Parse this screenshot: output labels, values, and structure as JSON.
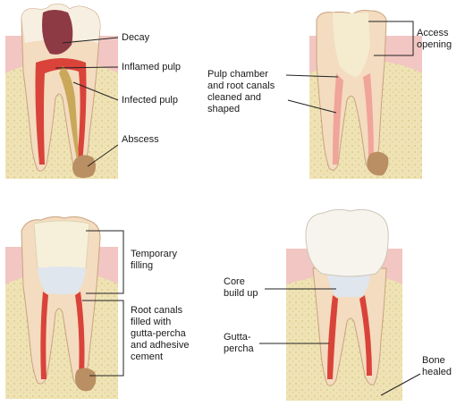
{
  "colors": {
    "bone": "#efe3b5",
    "bone_dot": "#d9c98c",
    "gum": "#f2c6c2",
    "enamel": "#f7f2e6",
    "dentin": "#f3dcc0",
    "pulp": "#d9433a",
    "pulp_light": "#f0a49a",
    "decay": "#8e3a45",
    "infected": "#c9a85a",
    "abscess": "#b98f63",
    "filling": "#f6f0da",
    "cotton": "#dfe6ee",
    "line": "#222222"
  },
  "labels": {
    "decay": "Decay",
    "inflamed_pulp": "Inflamed pulp",
    "infected_pulp": "Infected pulp",
    "abscess": "Abscess",
    "access_opening": [
      "Access",
      "opening"
    ],
    "pulp_chamber": [
      "Pulp chamber",
      "and root canals",
      "cleaned and",
      "shaped"
    ],
    "temporary_filling": [
      "Temporary",
      "filling"
    ],
    "root_canals": [
      "Root canals",
      "filled with",
      "gutta-percha",
      "and adhesive",
      "cement"
    ],
    "core": [
      "Core",
      "build up"
    ],
    "gutta_percha": [
      "Gutta-",
      "percha"
    ],
    "bone_healed": [
      "Bone",
      "healed"
    ]
  }
}
